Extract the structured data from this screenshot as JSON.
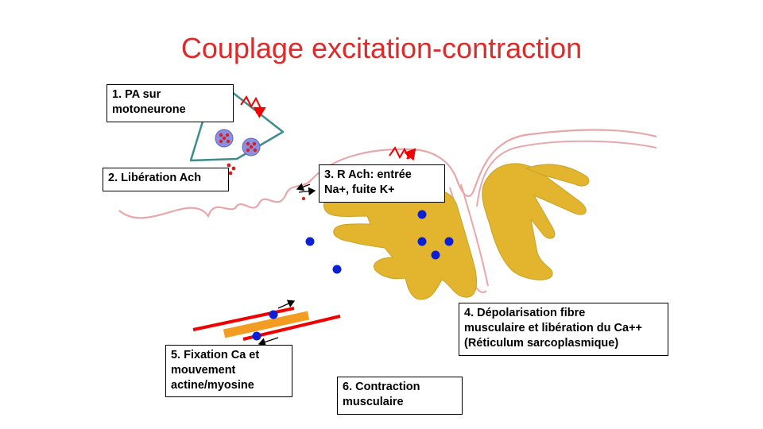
{
  "title": "Couplage excitation-contraction",
  "steps": [
    {
      "lines": [
        "1.  PA sur",
        "motoneurone"
      ]
    },
    {
      "lines": [
        "2. Libération Ach"
      ]
    },
    {
      "lines": [
        "3. R Ach: entrée",
        "Na+, fuite K+"
      ]
    },
    {
      "lines": [
        "4. Dépolarisation fibre",
        "musculaire et libération du Ca++",
        "(Réticulum sarcoplasmique)"
      ]
    },
    {
      "lines": [
        "5. Fixation Ca et",
        "mouvement",
        "actine/myosine"
      ]
    },
    {
      "lines": [
        "6. Contraction",
        "musculaire"
      ]
    }
  ],
  "colors": {
    "title": "#dd2a2a",
    "neuron_outline": "#3f8c8c",
    "membrane": "#e8a7a9",
    "reticulum_fill": "#e3b52e",
    "reticulum_stroke": "#caa127",
    "calcium": "#0b1fd6",
    "vesicle": "#8a8fe0",
    "ach": "#d62020",
    "actin": "#f00000",
    "myosin": "#f29d22",
    "action_potential": "#f00000"
  },
  "icons": [
    "action-potential-icon",
    "synaptic-vesicle",
    "acetylcholine",
    "calcium-ion",
    "arrow-icon"
  ]
}
